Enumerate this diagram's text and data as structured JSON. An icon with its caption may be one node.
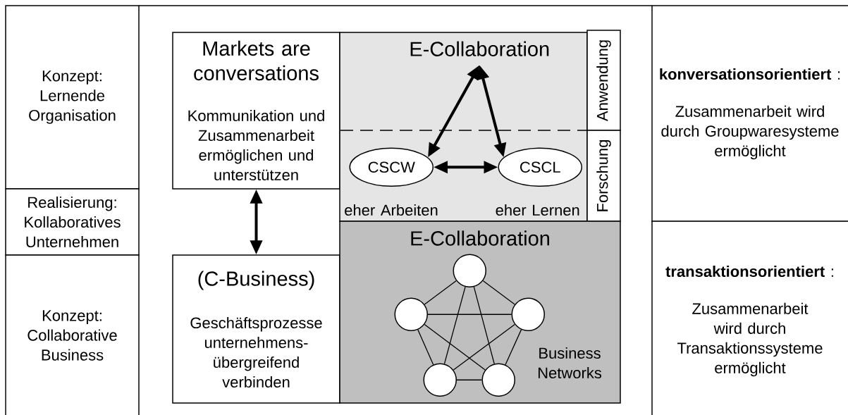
{
  "diagram": {
    "nodes": [
      {
        "text": [
          "Konzept: Lernende Organisation"
        ]
      },
      {
        "text": [
          "Realisierung: Kollaboratives Unternehmen"
        ]
      },
      {
        "text": [
          "Konzept: Collaborative Business"
        ]
      },
      {
        "text": [
          "Markets are conversations",
          "Kommunikation und Zusammenarbeit ermöglichen und unterstützen"
        ]
      },
      {
        "text": [
          "(C-Business)",
          "Geschäftsprozesse unternehmens- übergreifend verbinden"
        ]
      },
      {
        "text": [],
        "shape": "box"
      },
      {
        "text": [
          "E-Collaboration"
        ],
        "in": 5
      },
      {
        "text": [
          "Anwendung"
        ]
      },
      {
        "text": [
          "Forschung"
        ]
      },
      {
        "text": [
          "CSCW"
        ],
        "in": 5
      },
      {
        "text": [
          "CSCL"
        ],
        "in": 5
      },
      {
        "text": [
          "E-Collaboration",
          "Business Networks"
        ]
      },
      {
        "text": [],
        "shape": "circle",
        "in": 11
      },
      {
        "text": [],
        "shape": "circle",
        "in": 11
      },
      {
        "text": [],
        "shape": "circle",
        "in": 11
      },
      {
        "text": [],
        "shape": "circle",
        "in": 11
      },
      {
        "text": [],
        "shape": "circle",
        "in": 11
      },
      {
        "text": [
          "**konversationsorientiert** :",
          "Zusammenarbeit wird durch Groupwaresysteme ermöglicht"
        ]
      },
      {
        "text": [
          "**transaktionsorientiert** :",
          "Zusammenarbeit wird durch Transaktionssysteme ermöglicht"
        ]
      }
    ],
    "edges": [
      {
        "from": 3,
        "to": 4,
        "arrow": "both",
        "style": "thick"
      },
      {
        "from": 9,
        "to": 6,
        "arrow": "both",
        "style": "thick"
      },
      {
        "from": 10,
        "to": 6,
        "arrow": "both",
        "style": "thick"
      },
      {
        "from": 9,
        "to": 10,
        "arrow": "both",
        "style": "thick"
      },
      {
        "from": 12,
        "to": 13,
        "arrow": "none"
      },
      {
        "from": 12,
        "to": 14,
        "arrow": "none"
      },
      {
        "from": 12,
        "to": 15,
        "arrow": "none"
      },
      {
        "from": 12,
        "to": 16,
        "arrow": "none"
      },
      {
        "from": 13,
        "to": 14,
        "arrow": "none"
      },
      {
        "from": 13,
        "to": 15,
        "arrow": "none"
      },
      {
        "from": 13,
        "to": 16,
        "arrow": "none"
      },
      {
        "from": 14,
        "to": 15,
        "arrow": "none"
      },
      {
        "from": 14,
        "to": 16,
        "arrow": "none"
      },
      {
        "from": 15,
        "to": 16,
        "arrow": "none"
      }
    ],
    "labels": [
      "eher Arbeiten",
      "eher Lernen"
    ]
  }
}
